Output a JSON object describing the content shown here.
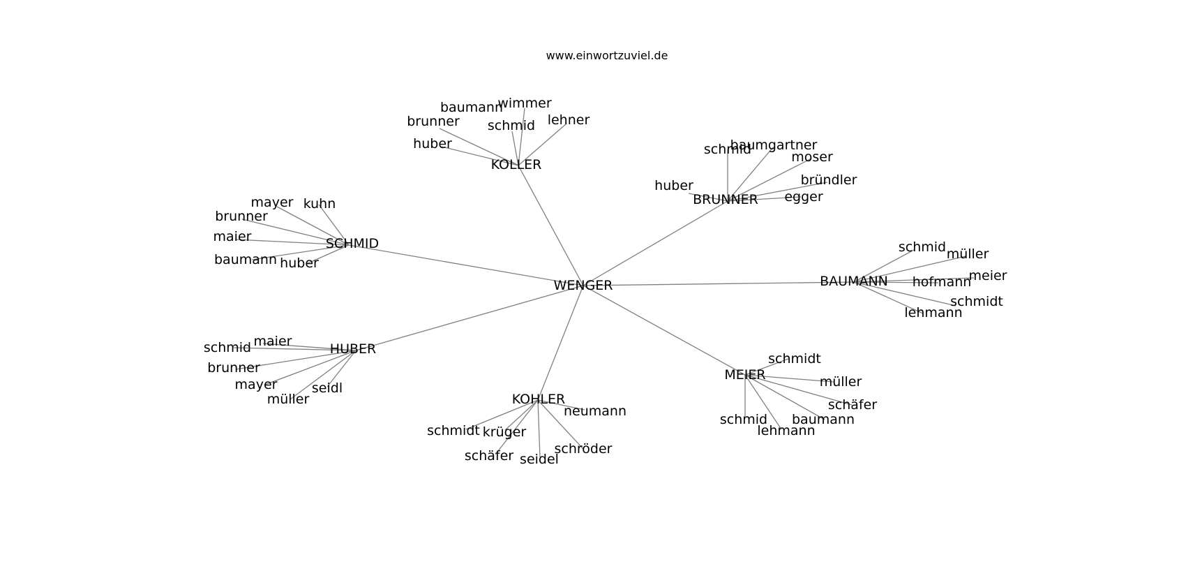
{
  "header": {
    "url": "www.einwortzuviel.de"
  },
  "graph": {
    "center": "WENGER",
    "groups": [
      {
        "name": "KOLLER",
        "members": [
          "baumann",
          "wimmer",
          "brunner",
          "schmid",
          "lehner",
          "huber"
        ]
      },
      {
        "name": "BRUNNER",
        "members": [
          "schmid",
          "baumgartner",
          "moser",
          "huber",
          "bründler",
          "egger"
        ]
      },
      {
        "name": "SCHMID",
        "members": [
          "mayer",
          "kuhn",
          "brunner",
          "maier",
          "baumann",
          "huber"
        ]
      },
      {
        "name": "BAUMANN",
        "members": [
          "schmid",
          "müller",
          "meier",
          "hofmann",
          "schmidt",
          "lehmann"
        ]
      },
      {
        "name": "HUBER",
        "members": [
          "maier",
          "schmid",
          "brunner",
          "mayer",
          "seidl",
          "müller"
        ]
      },
      {
        "name": "MEIER",
        "members": [
          "schmidt",
          "müller",
          "schäfer",
          "baumann",
          "schmid",
          "lehmann"
        ]
      },
      {
        "name": "KOHLER",
        "members": [
          "neumann",
          "schmidt",
          "krüger",
          "schröder",
          "schäfer",
          "seidel"
        ]
      }
    ]
  }
}
